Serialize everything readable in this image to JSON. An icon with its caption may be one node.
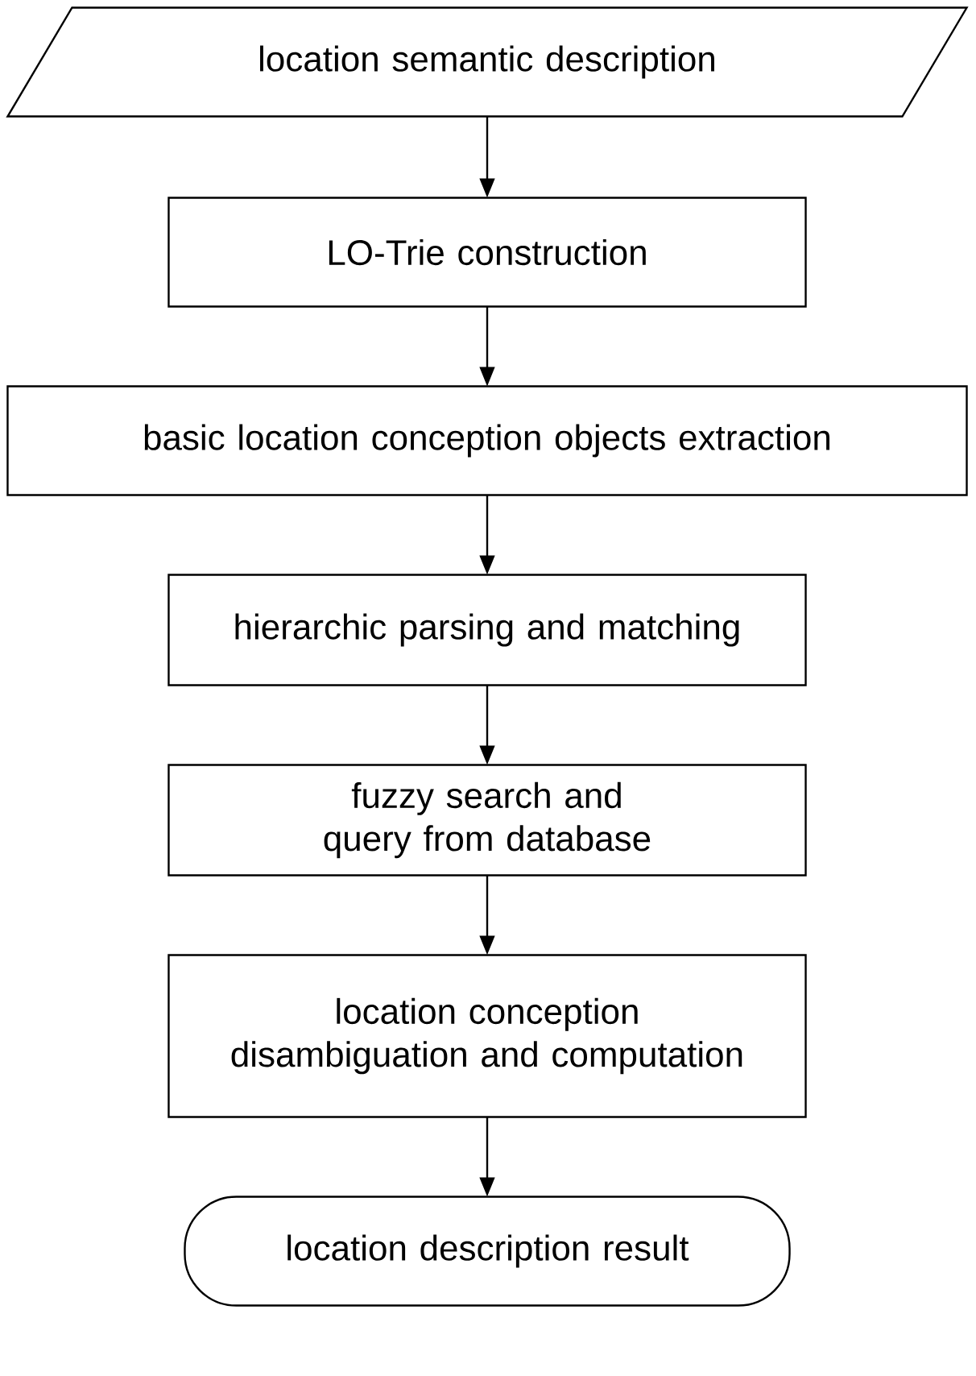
{
  "diagram": {
    "nodes": [
      {
        "text": [
          "location semantic description"
        ]
      },
      {
        "text": [
          "LO-Trie construction"
        ]
      },
      {
        "text": [
          "basic location conception objects extraction"
        ]
      },
      {
        "text": [
          "hierarchic parsing and matching"
        ]
      },
      {
        "text": [
          "fuzzy search and query from database"
        ]
      },
      {
        "text": [
          "location conception disambiguation and computation"
        ]
      },
      {
        "text": [
          "location description result"
        ]
      }
    ],
    "edges": [
      {
        "from": 0,
        "to": 1,
        "arrow": "to"
      },
      {
        "from": 1,
        "to": 2,
        "arrow": "to"
      },
      {
        "from": 2,
        "to": 3,
        "arrow": "to"
      },
      {
        "from": 3,
        "to": 4,
        "arrow": "to"
      },
      {
        "from": 4,
        "to": 5,
        "arrow": "to"
      },
      {
        "from": 5,
        "to": 6,
        "arrow": "to"
      }
    ]
  }
}
